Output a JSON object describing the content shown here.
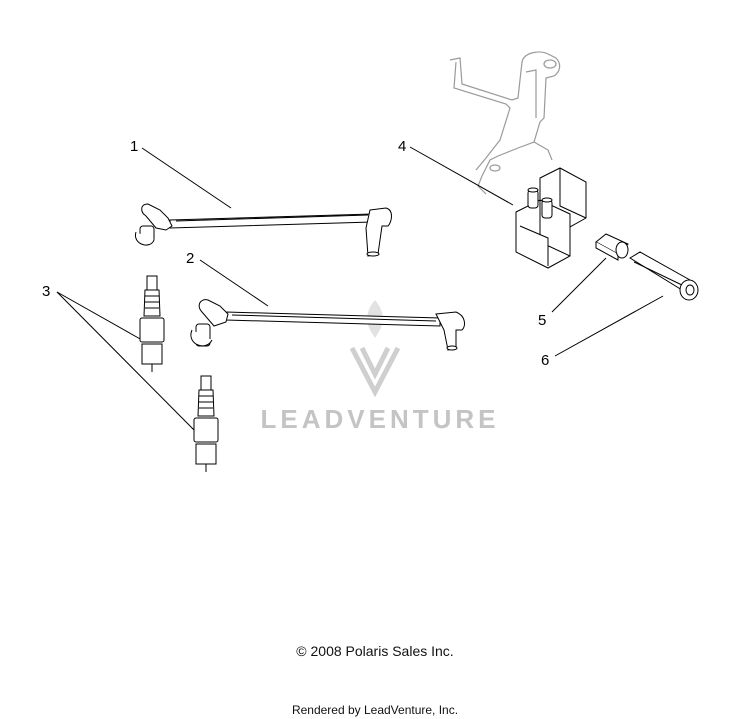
{
  "callouts": {
    "c1": "1",
    "c2": "2",
    "c3": "3",
    "c4": "4",
    "c5": "5",
    "c6": "6"
  },
  "watermark": {
    "text": "LEADVENTURE",
    "icon": "leadventure-flame-logo"
  },
  "footer": {
    "copyright": "© 2008 Polaris Sales Inc.",
    "rendered_by": "Rendered by LeadVenture, Inc."
  },
  "colors": {
    "line": "#000000",
    "bracket": "#9a9a9a",
    "watermark": "#c8c8c8"
  }
}
